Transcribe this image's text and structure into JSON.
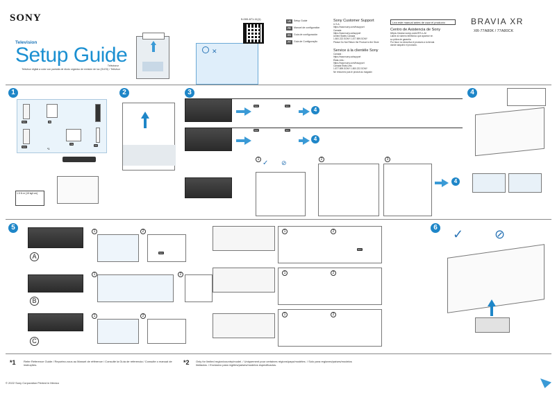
{
  "header": {
    "brand": "SONY",
    "category": "Television",
    "title": "Setup Guide",
    "subtitle_short": "Téléviseur",
    "subtitle_long": "Televisor digital a color con pantalla de diodo orgánico de emisión de luz (OLED) / Televisor",
    "part_number": "5-000-671-11(1)"
  },
  "languages": [
    {
      "code": "US",
      "label": "Setup Guide"
    },
    {
      "code": "FR",
      "label": "Manuel de configuration"
    },
    {
      "code": "ES",
      "label": "Guía de configuración"
    },
    {
      "code": "PT",
      "label": "Guia de Configuração"
    }
  ],
  "support": {
    "title_en": "Sony Customer Support",
    "lines_en": [
      "U.S.A.:",
      "https://www.sony.com/tvsupport",
      "Canada:",
      "https://www.sony.ca/support",
      "United States  Canada",
      "1.800.222.SONY       1.877.899.SONY",
      "Please Do Not Return the Product to the Store"
    ],
    "title_fr": "Service à la clientèle Sony",
    "lines_fr": [
      "Canada :",
      "https://www.sony.ca/support",
      "États-Unis :",
      "https://www.sony.com/tvsupport",
      "Canada                  États-Unis",
      "1.877.899.SONY          1.800.222.SONY",
      "Ne retournez pas le produit au magasin"
    ],
    "manual_box": "Lea este manual antes de usar el producto",
    "title_es": "Centro de Asistencia de Sony",
    "url_es": "https://www.sony.com/ES-LA/",
    "lines_es": [
      "Llame al número telefónico que aparece en",
      "su póliza de garantía",
      "Por favor no devuelva el producto a la tienda",
      "donde adquirió el producto."
    ]
  },
  "product": {
    "series": "BRAVIA XR",
    "models": "XR-77A80K / 77A80CK"
  },
  "steps": [
    "1",
    "2",
    "3",
    "4",
    "5",
    "6"
  ],
  "substeps": [
    "1",
    "2",
    "3"
  ],
  "variants": [
    "A",
    "B",
    "C"
  ],
  "parts": [
    "SU1",
    "IM",
    "SU2",
    "VG",
    "CC",
    "*1"
  ],
  "torque": "1.5 N·m {15 kgf·cm}",
  "screw_labels": [
    "SU2",
    "SU1",
    "SU2",
    "SU1",
    "SU2",
    "SU1"
  ],
  "footnotes": {
    "n1_mark": "*1",
    "n1_text": "Refer Reference Guide / Reportez-vous au Manuel de référence / Consulte la Guía de referencia / Consulte o manual de instruções.",
    "n2_mark": "*2",
    "n2_text": "Only for limited region/country/model. / Uniquement pour certaines régions/pays/modèles. / Solo para regiones/países/modelos limitados. / Exclusivo para regiões/países/modelos especificados."
  },
  "copyright": "© 2022 Sony Corporation  Printed in Mexico",
  "colors": {
    "accent": "#1e86c8",
    "title": "#1a8fd1"
  }
}
